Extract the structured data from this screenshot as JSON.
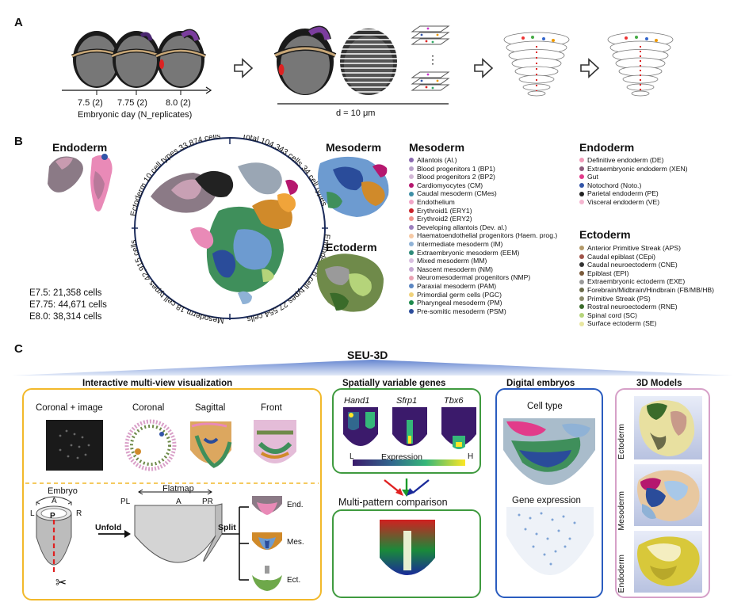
{
  "panels": {
    "a": "A",
    "b": "B",
    "c": "C"
  },
  "panel_a": {
    "stages": [
      "7.5 (2)",
      "7.75 (2)",
      "8.0 (2)"
    ],
    "axis_label": "Embryonic day (N_replicates)",
    "section_label": "d = 10 μm",
    "ellipsis": "⋮"
  },
  "panel_b": {
    "endoderm_title": "Endoderm",
    "mesoderm_title": "Mesoderm",
    "ectoderm_title": "Ectoderm",
    "ring_text": {
      "endoderm": "Endoderm 6 cell types 27,554 cells",
      "mesoderm": "Mesoderm 18 cell types 42,915 cells",
      "ectoderm": "Ectoderm 10 cell types 33,874 cells",
      "total": "Total 104,343 cells 34 cell types"
    },
    "cell_counts": [
      "E7.5: 21,358 cells",
      "E7.75: 44,671 cells",
      "E8.0: 38,314 cells"
    ],
    "legend": {
      "mesoderm": {
        "title": "Mesoderm",
        "items": [
          {
            "label": "Allantois (Al.)",
            "color": "#8a6bb0"
          },
          {
            "label": "Blood progenitors 1 (BP1)",
            "color": "#b79fc9"
          },
          {
            "label": "Blood progenitors 2 (BP2)",
            "color": "#d2b7d6"
          },
          {
            "label": "Cardiomyocytes (CM)",
            "color": "#b5176e"
          },
          {
            "label": "Caudal mesoderm (CMes)",
            "color": "#3e8fa6"
          },
          {
            "label": "Endothelium",
            "color": "#f1a6c8"
          },
          {
            "label": "Erythroid1 (ERY1)",
            "color": "#c8242b"
          },
          {
            "label": "Erythroid2 (ERY2)",
            "color": "#f1948c"
          },
          {
            "label": "Developing allantois (Dev. al.)",
            "color": "#9c7fbe"
          },
          {
            "label": "Haematoendothelial progenitors (Haem. prog.)",
            "color": "#f6c9a4"
          },
          {
            "label": "Intermediate mesoderm (IM)",
            "color": "#8fb2d6"
          },
          {
            "label": "Extraembryonic mesoderm (EEM)",
            "color": "#2e8b7a"
          },
          {
            "label": "Mixed mesoderm (MM)",
            "color": "#d9bfe0"
          },
          {
            "label": "Nascent mesoderm (NM)",
            "color": "#c5a8d2"
          },
          {
            "label": "Neuromesodermal progenitors (NMP)",
            "color": "#e9a3b4"
          },
          {
            "label": "Paraxial mesoderm (PAM)",
            "color": "#5b86c2"
          },
          {
            "label": "Primordial germ cells (PGC)",
            "color": "#f0d27a"
          },
          {
            "label": "Pharyngeal mesoderm (PM)",
            "color": "#1e8a4c"
          },
          {
            "label": "Pre-somitic mesoderm (PSM)",
            "color": "#2b4c9b"
          }
        ]
      },
      "endoderm": {
        "title": "Endoderm",
        "items": [
          {
            "label": "Definitive endoderm (DE)",
            "color": "#f09ab8"
          },
          {
            "label": "Extraembryonic endoderm (XEN)",
            "color": "#8b5a7a"
          },
          {
            "label": "Gut",
            "color": "#e23b8a"
          },
          {
            "label": "Notochord (Noto.)",
            "color": "#3355a8"
          },
          {
            "label": "Parietal endoderm (PE)",
            "color": "#222222"
          },
          {
            "label": "Visceral endoderm (VE)",
            "color": "#f5b6d0"
          }
        ]
      },
      "ectoderm": {
        "title": "Ectoderm",
        "items": [
          {
            "label": "Anterior Primitive Streak (APS)",
            "color": "#b39a6a"
          },
          {
            "label": "Caudal epiblast (CEpi)",
            "color": "#a0544a"
          },
          {
            "label": "Caudal neuroectoderm (CNE)",
            "color": "#333333"
          },
          {
            "label": "Epiblast (EPI)",
            "color": "#7a5a3a"
          },
          {
            "label": "Extraembryonic ectoderm (EXE)",
            "color": "#9a9a9a"
          },
          {
            "label": "Forebrain/Midbrain/Hindbrain (FB/MB/HB)",
            "color": "#6b6b4a"
          },
          {
            "label": "Primitive Streak (PS)",
            "color": "#8a8a6a"
          },
          {
            "label": "Rostral neuroectoderm (RNE)",
            "color": "#3a6b2a"
          },
          {
            "label": "Spinal cord (SC)",
            "color": "#b5d47a"
          },
          {
            "label": "Surface ectoderm (SE)",
            "color": "#e8e6a0"
          }
        ]
      }
    }
  },
  "panel_c": {
    "banner": "SEU-3D",
    "multiview": {
      "title": "Interactive multi-view visualization",
      "views": [
        "Coronal + image",
        "Coronal",
        "Sagittal",
        "Front"
      ],
      "embryo_label": "Embryo",
      "axis_a": "A",
      "axis_l": "L",
      "axis_r": "R",
      "axis_p": "P",
      "flatmap_label": "Flatmap",
      "flat_pl": "PL",
      "flat_a": "A",
      "flat_pr": "PR",
      "unfold": "Unfold",
      "split": "Split",
      "layers": [
        "End.",
        "Mes.",
        "Ect."
      ],
      "scissors": "✂"
    },
    "svg_genes": {
      "title": "Spatially variable genes",
      "genes": [
        "Hand1",
        "Sfrp1",
        "Tbx6"
      ],
      "expression_label": "Expression",
      "low": "L",
      "high": "H",
      "comparison_title": "Multi-pattern comparison"
    },
    "digital": {
      "title": "Digital embryos",
      "cell_type": "Cell type",
      "gene_expression": "Gene expression"
    },
    "models": {
      "title": "3D Models",
      "layers": [
        "Ectoderm",
        "Mesoderm",
        "Endoderm"
      ]
    }
  }
}
